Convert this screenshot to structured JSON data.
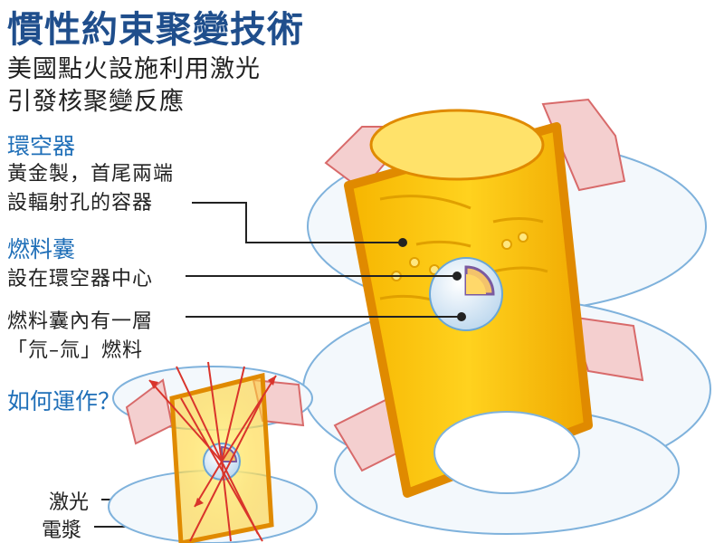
{
  "title": "慣性約束聚變技術",
  "subtitle_line1": "美國點火設施利用激光",
  "subtitle_line2": "引發核聚變反應",
  "hohlraum": {
    "heading": "環空器",
    "desc_line1": "黃金製，首尾兩端",
    "desc_line2": "設輻射孔的容器"
  },
  "capsule": {
    "heading": "燃料囊",
    "desc_line1": "設在環空器中心",
    "desc_line2": "燃料囊內有一層",
    "desc_line3": "「氘–氚」燃料"
  },
  "how": {
    "heading": "如何運作？",
    "laser_label": "激光",
    "plasma_label": "電漿"
  },
  "colors": {
    "title": "#1f4e8c",
    "heading": "#1f6fb8",
    "gold": "#f5b400",
    "gold_light": "#ffe26a",
    "orange": "#e08a00",
    "pink": "#f4cfcf",
    "pink_edge": "#d86a6a",
    "outline": "#6aa6d6",
    "laser": "#d9342b"
  }
}
